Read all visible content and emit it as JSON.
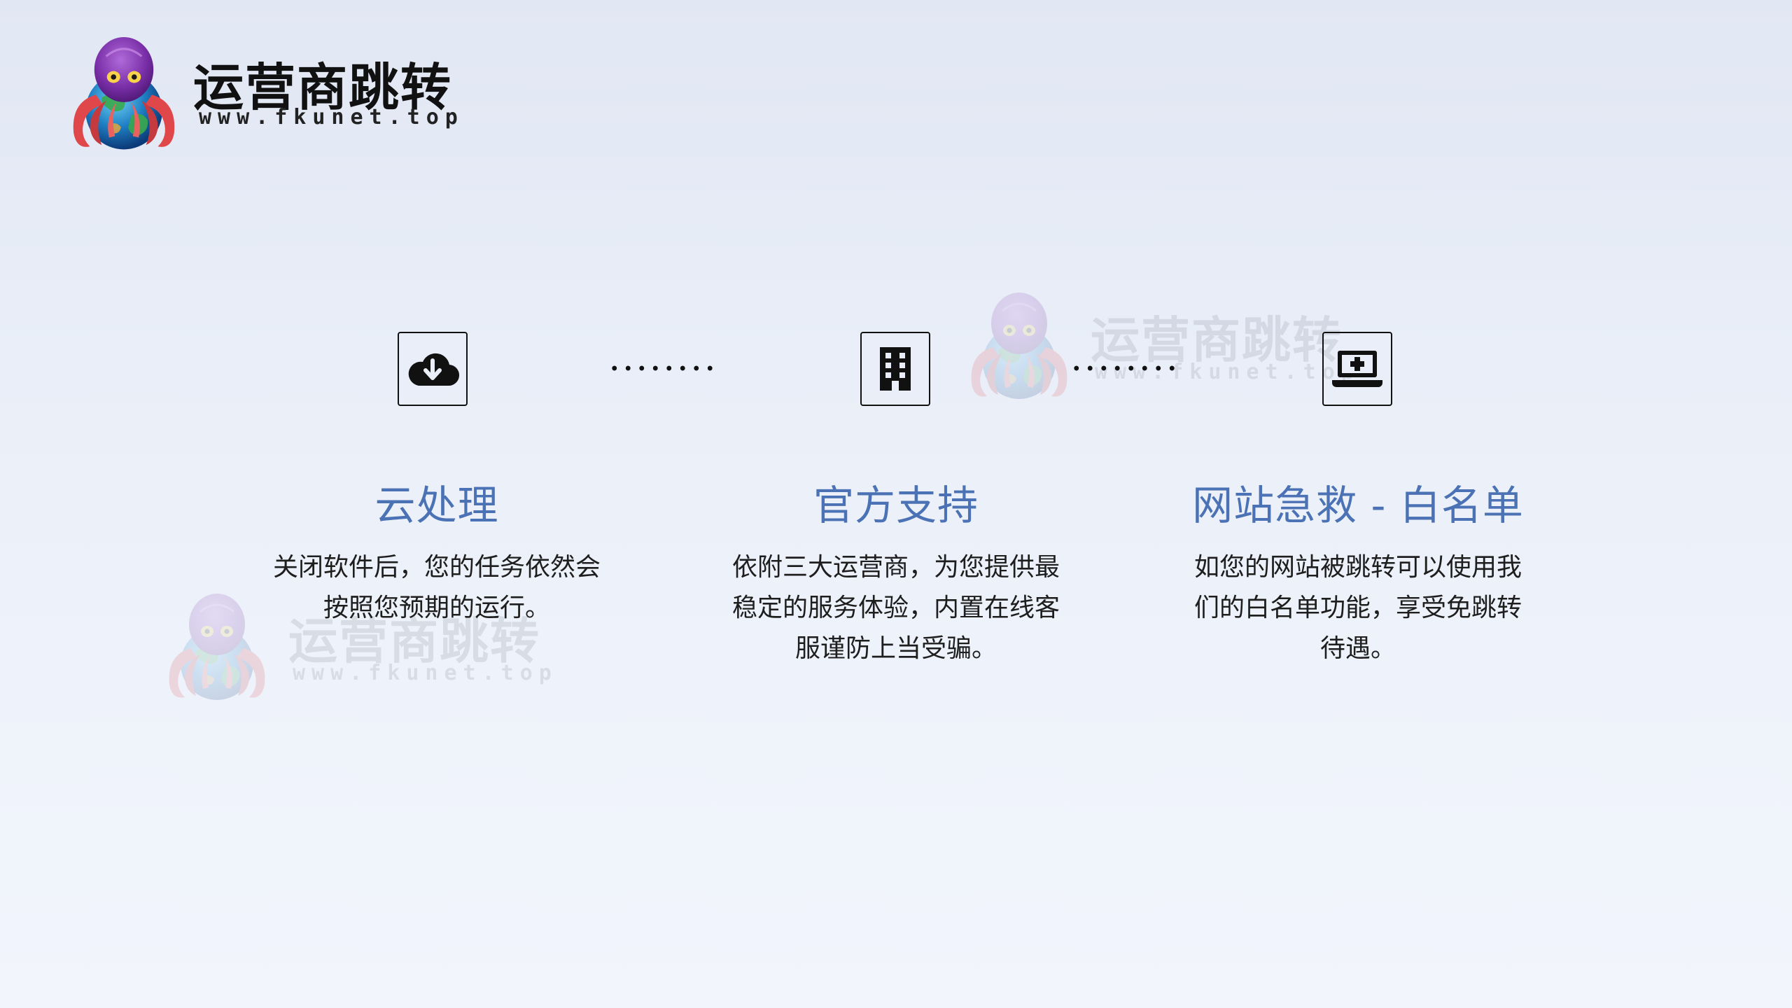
{
  "brand": {
    "title": "运营商跳转",
    "url": "www.fkunet.top"
  },
  "watermark": {
    "title": "运营商跳转",
    "url": "www.fkunet.top"
  },
  "colors": {
    "accent": "#4b72b4",
    "background_top": "#e1e7f3",
    "background_bottom": "#f2f5fc",
    "text": "#1e1e1e"
  },
  "features": [
    {
      "icon": "cloud-download-icon",
      "title": "云处理",
      "description": "关闭软件后，您的任务依然会按照您预期的运行。"
    },
    {
      "icon": "building-icon",
      "title": "官方支持",
      "description": "依附三大运营商，为您提供最稳定的服务体验，内置在线客服谨防上当受骗。"
    },
    {
      "icon": "laptop-medical-icon",
      "title": "网站急救 - 白名单",
      "description": "如您的网站被跳转可以使用我们的白名单功能，享受免跳转待遇。"
    }
  ]
}
